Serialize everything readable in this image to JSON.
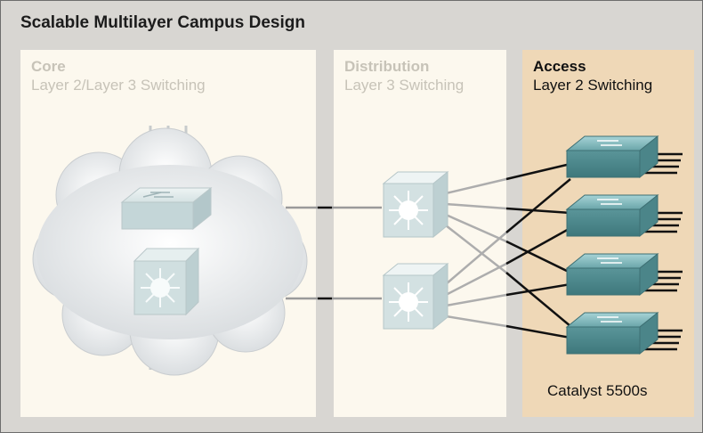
{
  "title": "Scalable Multilayer Campus Design",
  "layers": {
    "core": {
      "name": "Core",
      "subtitle": "Layer 2/Layer 3 Switching"
    },
    "distribution": {
      "name": "Distribution",
      "subtitle": "Layer 3 Switching"
    },
    "access": {
      "name": "Access",
      "subtitle": "Layer 2 Switching",
      "caption": "Catalyst 5500s"
    }
  },
  "colors": {
    "background": "#d8d6d2",
    "panel_faded": "#fcf8ee",
    "panel_active": "#efd8b7",
    "faded_text": "#c7c3b8",
    "switch_teal": "#6aa5a9",
    "switch_faded": "#d3e0e1",
    "cloud": "#e9ebec"
  },
  "icons": {
    "core": [
      "cloud-icon",
      "layer2-switch-icon",
      "multilayer-switch-icon"
    ],
    "distribution": [
      "multilayer-switch-icon",
      "multilayer-switch-icon"
    ],
    "access": [
      "layer2-switch-icon",
      "layer2-switch-icon",
      "layer2-switch-icon",
      "layer2-switch-icon"
    ]
  }
}
